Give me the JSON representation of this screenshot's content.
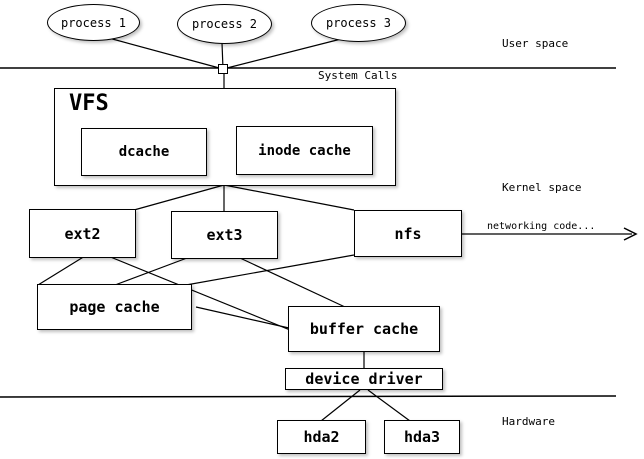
{
  "processes": [
    {
      "label": "process 1"
    },
    {
      "label": "process 2"
    },
    {
      "label": "process 3"
    }
  ],
  "zones": {
    "user_space": "User space",
    "system_calls": "System Calls",
    "kernel_space": "Kernel space",
    "hardware": "Hardware"
  },
  "vfs": {
    "title": "VFS",
    "dcache": "dcache",
    "inode_cache": "inode cache"
  },
  "filesystems": {
    "ext2": "ext2",
    "ext3": "ext3",
    "nfs": "nfs",
    "networking": "networking code..."
  },
  "caches": {
    "page_cache": "page cache",
    "buffer_cache": "buffer cache"
  },
  "driver": "device driver",
  "disks": [
    "hda2",
    "hda3"
  ]
}
